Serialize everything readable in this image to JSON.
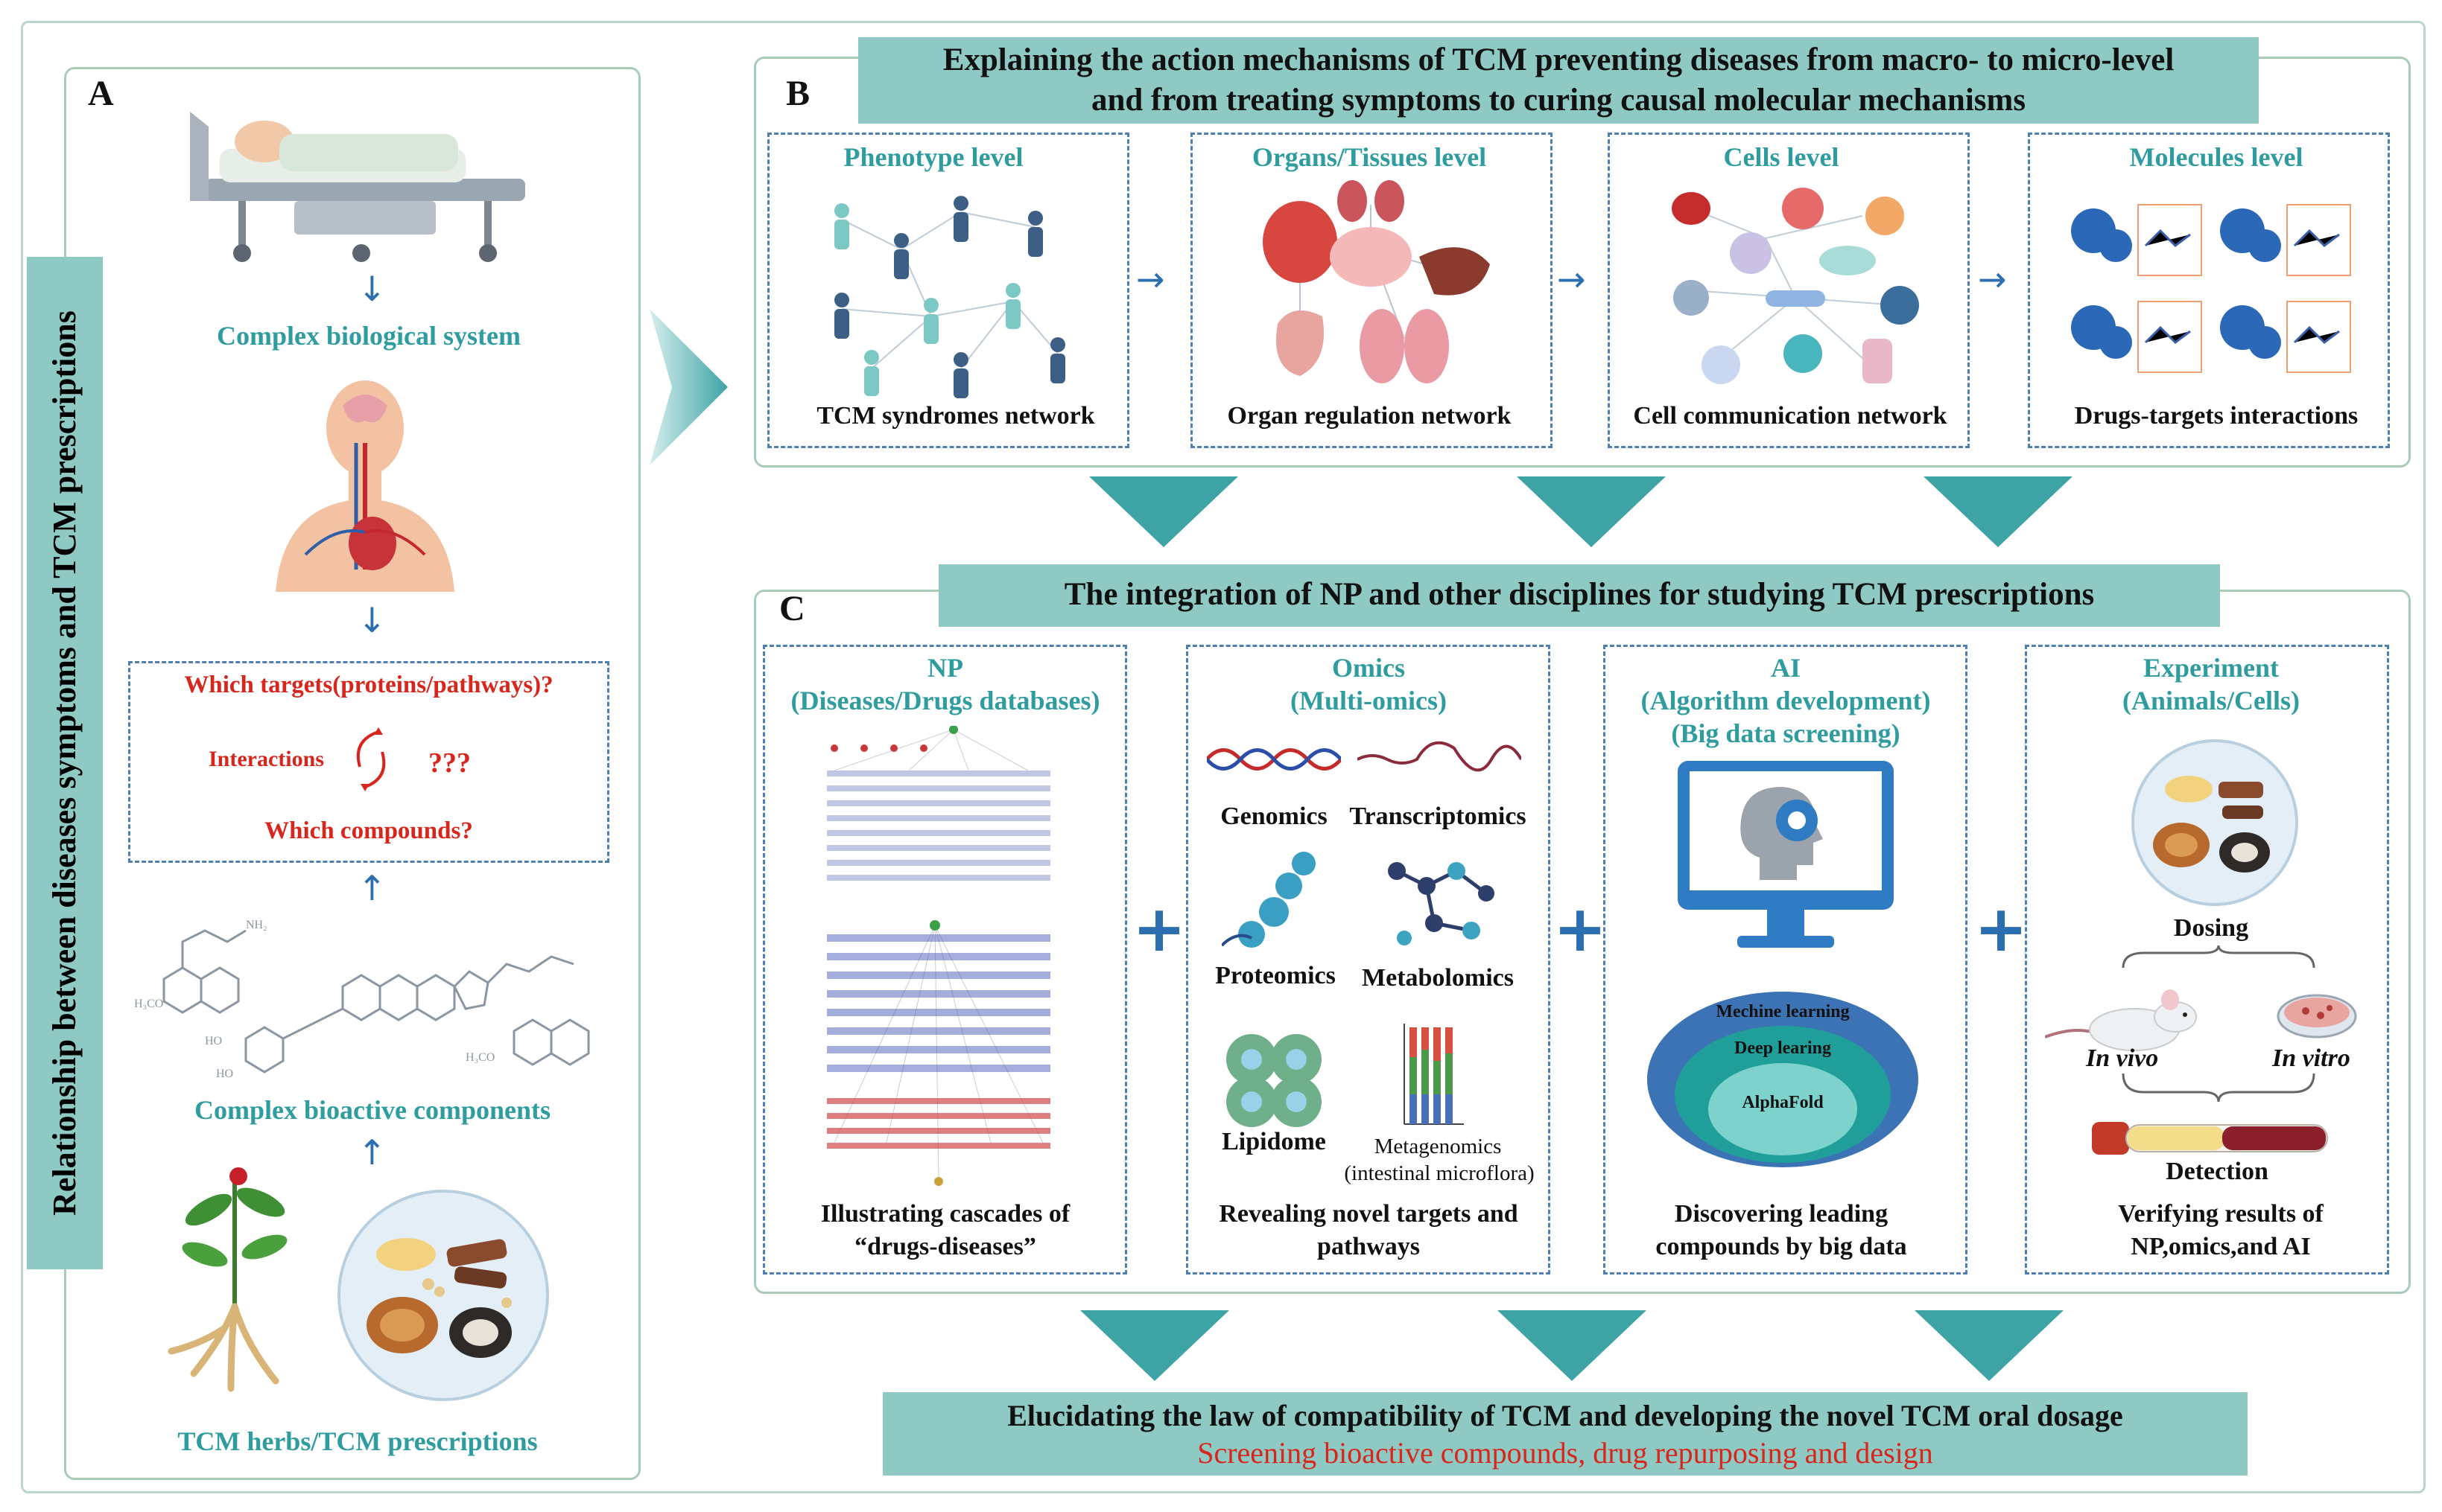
{
  "panelA": {
    "letter": "A",
    "side_label": "Relationship between diseases symptoms and TCM prescriptions",
    "complex_system": "Complex biological system",
    "q_targets": "Which targets(proteins/pathways)?",
    "interactions": "Interactions",
    "unknown": "???",
    "q_compounds": "Which compounds?",
    "bioactive": "Complex bioactive components",
    "herbs": "TCM herbs/TCM prescriptions"
  },
  "panelB": {
    "letter": "B",
    "title_line1": "Explaining the action mechanisms of TCM preventing diseases from macro- to micro-level",
    "title_line2": "and from treating symptoms to curing causal molecular mechanisms",
    "levels": [
      {
        "heading": "Phenotype level",
        "caption": "TCM syndromes network"
      },
      {
        "heading": "Organs/Tissues level",
        "caption": "Organ regulation network"
      },
      {
        "heading": "Cells level",
        "caption": "Cell communication network"
      },
      {
        "heading": "Molecules level",
        "caption": "Drugs-targets interactions"
      }
    ]
  },
  "panelC": {
    "letter": "C",
    "title": "The integration of NP and other disciplines for studying TCM prescriptions",
    "np": {
      "head1": "NP",
      "head2": "(Diseases/Drugs databases)",
      "cap1": "Illustrating cascades of",
      "cap2": "“drugs-diseases”"
    },
    "omics": {
      "head1": "Omics",
      "head2": "(Multi-omics)",
      "genomics": "Genomics",
      "transcriptomics": "Transcriptomics",
      "proteomics": "Proteomics",
      "metabolomics": "Metabolomics",
      "lipidome": "Lipidome",
      "metagenomics1": "Metagenomics",
      "metagenomics2": "(intestinal microflora)",
      "cap1": "Revealing novel targets and",
      "cap2": "pathways"
    },
    "ai": {
      "head1": "AI",
      "head2": "(Algorithm development)",
      "head3": "(Big data screening)",
      "ml": "Mechine learning",
      "dl": "Deep learing",
      "af": "AlphaFold",
      "cap1": "Discovering leading",
      "cap2": "compounds by big data"
    },
    "exp": {
      "head1": "Experiment",
      "head2": "(Animals/Cells)",
      "dosing": "Dosing",
      "invivo": "In vivo",
      "invitro": "In vitro",
      "detection": "Detection",
      "cap1": "Verifying results of",
      "cap2": "NP,omics,and AI"
    },
    "plus": "+"
  },
  "bottom": {
    "line1": "Elucidating the law of compatibility of TCM and developing the novel TCM oral dosage",
    "line2": "Screening bioactive compounds, drug repurposing and design"
  },
  "colors": {
    "teal": "#2f9ca0",
    "red": "#d8261c",
    "banner": "#8ec9c3",
    "dash": "#4f7fb1"
  }
}
